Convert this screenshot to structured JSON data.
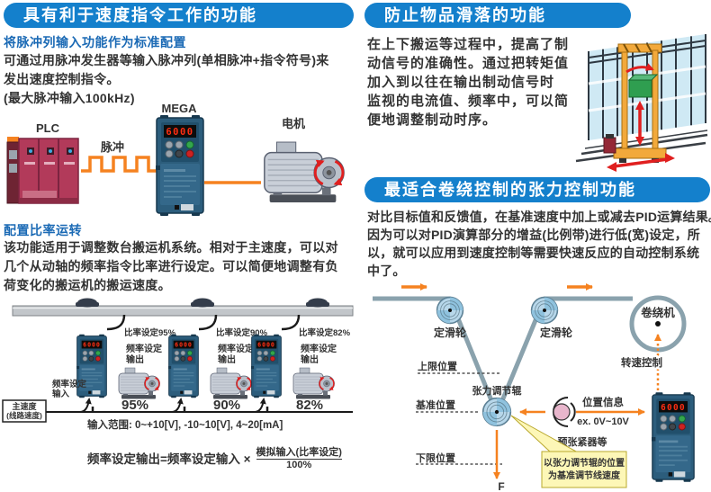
{
  "colors": {
    "header_blue": "#1480cc",
    "subhead_blue": "#1b6ab5",
    "body_text": "#333333",
    "accent_orange": "#f58220",
    "inverter_blue": "#2c5d7c",
    "plc_red": "#b23a5a",
    "web_gray": "#8aa2ad",
    "note_yellow": "#fdf7b7",
    "alert_red": "#e01f1f"
  },
  "shared": {
    "inverter_display": "6000"
  },
  "left": {
    "section1": {
      "title": "具有利于速度指令工作的功能",
      "subtitle": "将脉冲列输入功能作为标准配置",
      "body": [
        "可通过用脉冲发生器等输入脉冲列(单相脉冲+指令符号)来",
        "发出速度控制指令。",
        "(最大脉冲输入100kHz)"
      ],
      "diagram": {
        "plc": "PLC",
        "pulse": "脉冲",
        "mega": "MEGA",
        "motor": "电机"
      }
    },
    "section2": {
      "subtitle": "配置比率运转",
      "body": [
        "该功能适用于调整数台搬运机系统。相对于主速度，可以对",
        "几个从动轴的频率指令比率进行设定。可以简便地调整有负",
        "荷变化的搬运机的搬运速度。"
      ],
      "diagram": {
        "master_line1": "主速度",
        "master_line2": "(线路速度)",
        "freq_in_1": "频率设定",
        "freq_in_2": "输入",
        "out_1": "频率设定",
        "out_2": "输出",
        "groups": [
          {
            "ratio": "比率设定95%",
            "percent": "95%"
          },
          {
            "ratio": "比率设定90%",
            "percent": "90%"
          },
          {
            "ratio": "比率设定82%",
            "percent": "82%"
          }
        ],
        "input_range": "输入范围: 0~+10[V], -10~10[V], 4~20[mA]",
        "formula_lhs": "频率设定输出=频率设定输入 ×",
        "formula_num": "模拟输入(比率设定)",
        "formula_den": "100%"
      }
    }
  },
  "right": {
    "section1": {
      "title": "防止物品滑落的功能",
      "body": [
        "在上下搬运等过程中，提高了制",
        "动信号的准确性。通过把转矩值",
        "加入到以往在输出制动信号时",
        "监视的电流值、频率中，可以简",
        "便地调整制动时序。"
      ]
    },
    "section2": {
      "title": "最适合卷绕控制的张力控制功能",
      "body": [
        "对比目标值和反馈值，在基准速度中加上或减去PID运算结果。",
        "因为可以对PID演算部分的增益(比例带)进行低(宽)设定，所",
        "以，就可以应用到速度控制等需要快速反应的自动控制系统",
        "中了。"
      ],
      "diagram": {
        "pulley": "定滑轮",
        "winder": "卷绕机",
        "speed_ctrl": "转速控制",
        "upper": "上限位置",
        "roller": "张力调节辊",
        "ref": "基准位置",
        "lower": "下限位置",
        "pos_info": "位置信息",
        "pos_ex": "ex. 0V~10V",
        "pretension": "预张紧器等",
        "note1": "以张力调节辊的位置",
        "note2": "为基准调节线速度",
        "force": "F"
      }
    }
  }
}
